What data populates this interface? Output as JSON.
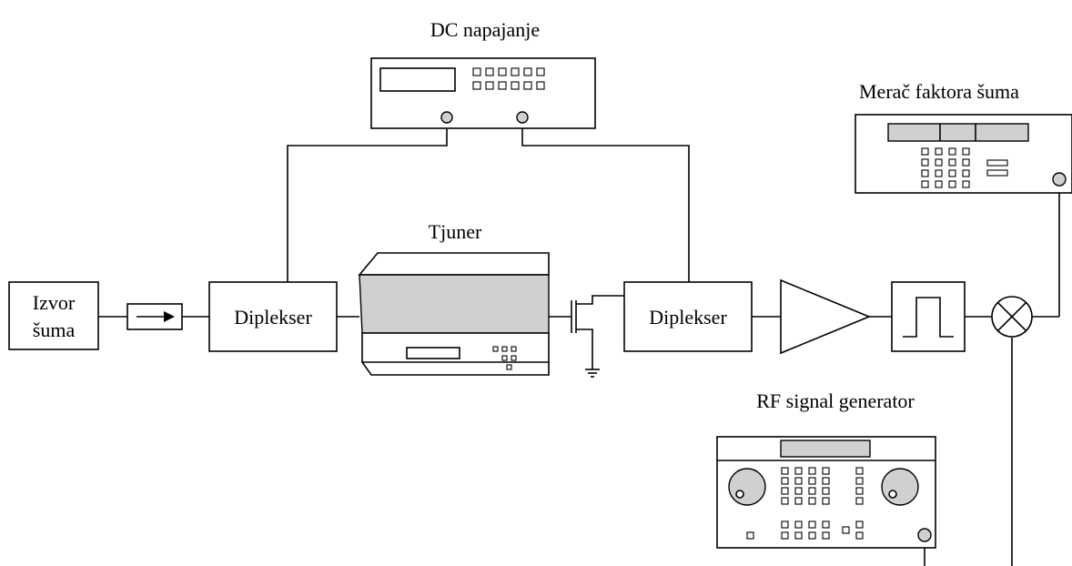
{
  "labels": {
    "dc_supply": "DC napajanje",
    "noise_figure_meter": "Merač faktora šuma",
    "tuner": "Tjuner",
    "noise_source_line1": "Izvor",
    "noise_source_line2": "šuma",
    "diplexer_left": "Diplekser",
    "diplexer_right": "Diplekser",
    "rf_generator": "RF signal generator"
  },
  "colors": {
    "line": "#000000",
    "panel_fill": "#d0d0d0",
    "background": "#ffffff"
  },
  "icons": {
    "isolator": "arrow-right-icon",
    "amplifier": "triangle-amplifier-icon",
    "filter": "bandpass-filter-icon",
    "mixer": "mixer-cross-circle-icon",
    "transistor": "fet-transistor-icon",
    "ground": "ground-icon"
  }
}
